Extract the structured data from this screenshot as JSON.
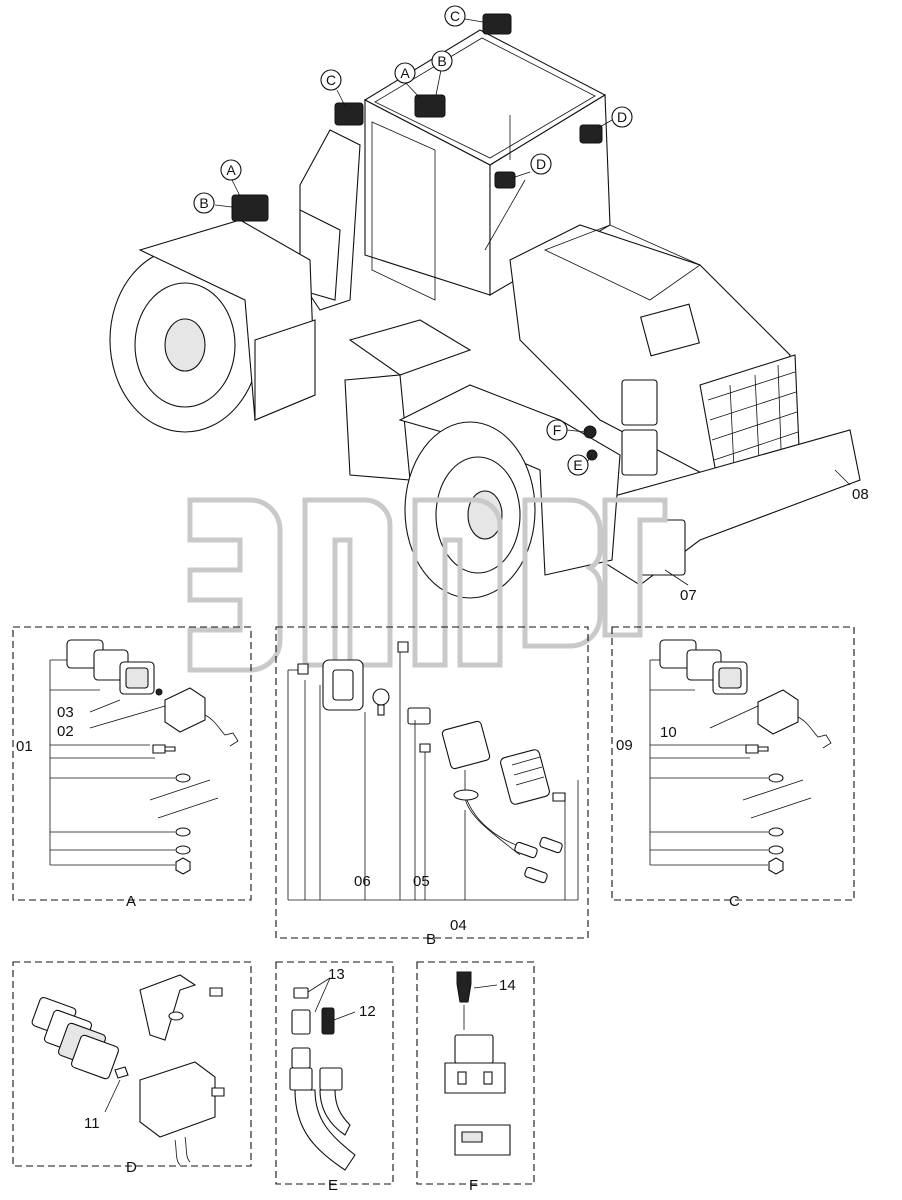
{
  "machine_callouts": {
    "a1": "A",
    "a2": "A",
    "b1": "B",
    "b2": "B",
    "c1": "C",
    "c2": "C",
    "d1": "D",
    "d2": "D",
    "e": "E",
    "f": "F"
  },
  "machine_labels": {
    "p07": "07",
    "p08": "08"
  },
  "detail_a": {
    "title": "A",
    "p01": "01",
    "p02": "02",
    "p03": "03"
  },
  "detail_b": {
    "title": "B",
    "p04": "04",
    "p05": "05",
    "p06": "06"
  },
  "detail_c": {
    "title": "C",
    "p09": "09",
    "p10": "10"
  },
  "detail_d": {
    "title": "D",
    "p11": "11"
  },
  "detail_e": {
    "title": "E",
    "p12": "12",
    "p13": "13"
  },
  "detail_f": {
    "title": "F",
    "p14": "14"
  }
}
